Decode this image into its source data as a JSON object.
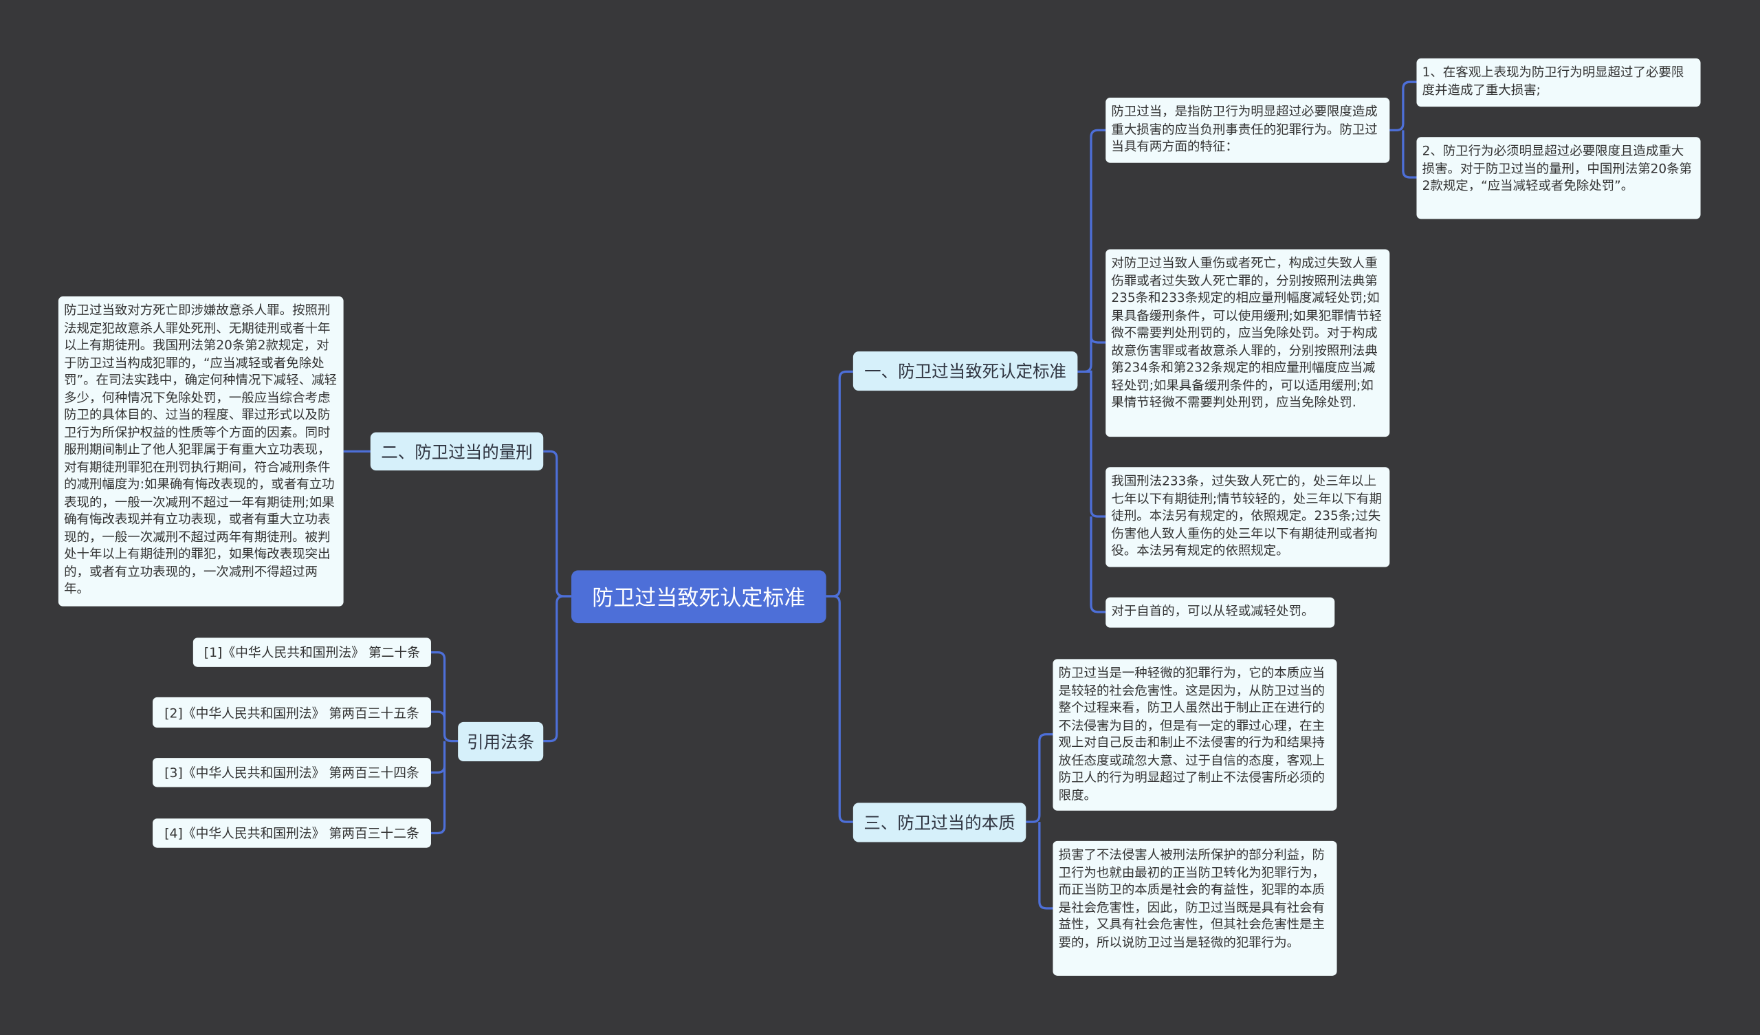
{
  "root": {
    "title": "防卫过当致死认定标准"
  },
  "branches": {
    "b1": {
      "label": "一、防卫过当致死认定标准",
      "items": [
        "防卫过当，是指防卫行为明显超过必要限度造成重大损害的应当负刑事责任的犯罪行为。防卫过当具有两方面的特征：",
        "对防卫过当致人重伤或者死亡，构成过失致人重伤罪或者过失致人死亡罪的，分别按照刑法典第235条和233条规定的相应量刑幅度减轻处罚;如果具备缓刑条件，可以使用缓刑;如果犯罪情节轻微不需要判处刑罚的，应当免除处罚。对于构成故意伤害罪或者故意杀人罪的，分别按照刑法典第234条和第232条规定的相应量刑幅度应当减轻处罚;如果具备缓刑条件的，可以适用缓刑;如果情节轻微不需要判处刑罚，应当免除处罚.",
        "我国刑法233条，过失致人死亡的，处三年以上七年以下有期徒刑;情节较轻的，处三年以下有期徒刑。本法另有规定的，依照规定。235条;过失伤害他人致人重伤的处三年以下有期徒刑或者拘役。本法另有规定的依照规定。",
        "对于自首的，可以从轻或减轻处罚。"
      ],
      "sub_items": [
        "1、在客观上表现为防卫行为明显超过了必要限度并造成了重大损害;",
        "2、防卫行为必须明显超过必要限度且造成重大损害。对于防卫过当的量刑，中国刑法第20条第2款规定，“应当减轻或者免除处罚”。"
      ]
    },
    "b2": {
      "label": "二、防卫过当的量刑",
      "items": [
        "防卫过当致对方死亡即涉嫌故意杀人罪。按照刑法规定犯故意杀人罪处死刑、无期徒刑或者十年以上有期徒刑。我国刑法第20条第2款规定，对于防卫过当构成犯罪的，“应当减轻或者免除处罚”。在司法实践中，确定何种情况下减轻、减轻多少，何种情况下免除处罚，一般应当综合考虑防卫的具体目的、过当的程度、罪过形式以及防卫行为所保护权益的性质等个方面的因素。同时服刑期间制止了他人犯罪属于有重大立功表现，对有期徒刑罪犯在刑罚执行期间，符合减刑条件的减刑幅度为:如果确有悔改表现的，或者有立功表现的，一般一次减刑不超过一年有期徒刑;如果确有悔改表现并有立功表现，或者有重大立功表现的，一般一次减刑不超过两年有期徒刑。被判处十年以上有期徒刑的罪犯，如果悔改表现突出的，或者有立功表现的，一次减刑不得超过两年。"
      ]
    },
    "b3": {
      "label": "三、防卫过当的本质",
      "items": [
        "防卫过当是一种轻微的犯罪行为，它的本质应当是较轻的社会危害性。这是因为，从防卫过当的整个过程来看，防卫人虽然出于制止正在进行的不法侵害为目的，但是有一定的罪过心理，在主观上对自己反击和制止不法侵害的行为和结果持放任态度或疏忽大意、过于自信的态度，客观上防卫人的行为明显超过了制止不法侵害所必须的限度。",
        "损害了不法侵害人被刑法所保护的部分利益，防卫行为也就由最初的正当防卫转化为犯罪行为，而正当防卫的本质是社会的有益性，犯罪的本质是社会危害性，因此，防卫过当既是具有社会有益性，又具有社会危害性，但其社会危害性是主要的，所以说防卫过当是轻微的犯罪行为。"
      ]
    },
    "b4": {
      "label": "引用法条",
      "items": [
        "[1]《中华人民共和国刑法》 第二十条",
        "[2]《中华人民共和国刑法》 第两百三十五条",
        "[3]《中华人民共和国刑法》 第两百三十四条",
        "[4]《中华人民共和国刑法》 第两百三十二条"
      ]
    }
  },
  "colors": {
    "background": "#38383a",
    "accent": "#4d6fd8",
    "branch_bg": "#d6f0fa",
    "leaf_bg": "#f1fbfd"
  }
}
